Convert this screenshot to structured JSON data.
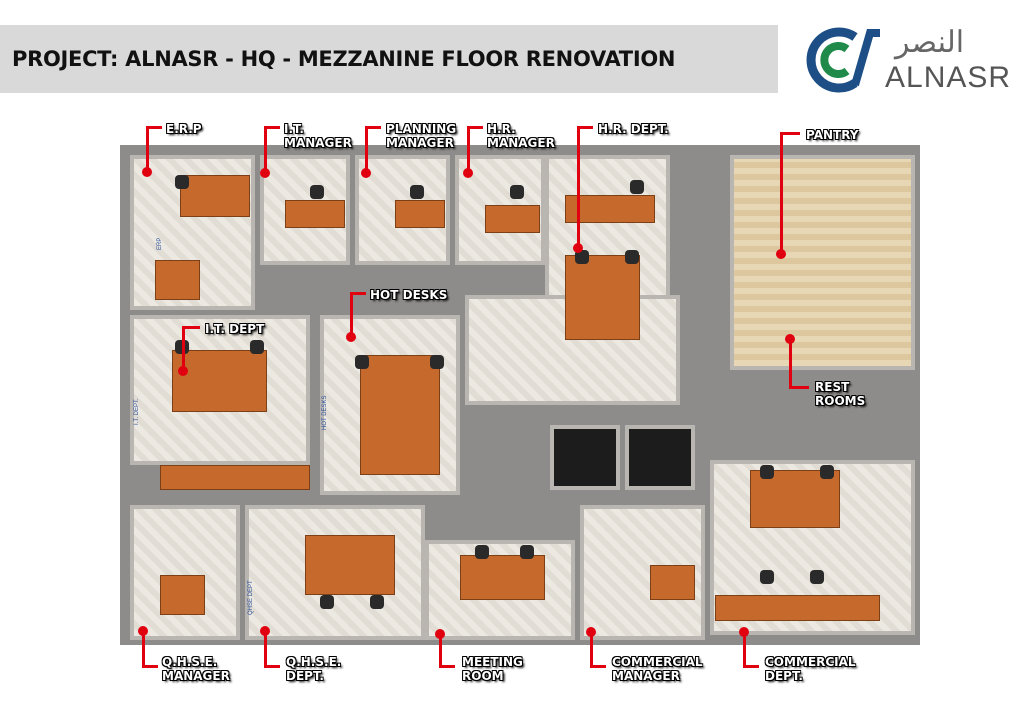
{
  "title": "PROJECT:  ALNASR - HQ - MEZZANINE FLOOR RENOVATION",
  "logo": {
    "arabic": "النصر",
    "english": "ALNASR",
    "colors": {
      "blue": "#1d4f86",
      "green": "#1f8a4a"
    }
  },
  "labels": {
    "erp": "E.R.P",
    "it_manager": [
      "I.T.",
      "MANAGER"
    ],
    "planning_manager": [
      "PLANNING",
      "MANAGER"
    ],
    "hr_manager": [
      "H.R.",
      "MANAGER"
    ],
    "hr_dept": "H.R. DEPT.",
    "pantry": "PANTRY",
    "hot_desks": "HOT DESKS",
    "it_dept": "I.T. DEPT",
    "rest_rooms": [
      "REST",
      "ROOMS"
    ],
    "qhse_manager": [
      "Q.H.S.E.",
      "MANAGER"
    ],
    "qhse_dept": [
      "Q.H.S.E.",
      "DEPT."
    ],
    "meeting_room": [
      "MEETING",
      "ROOM"
    ],
    "commercial_manager": [
      "COMMERCIAL",
      "MANAGER"
    ],
    "commercial_dept": [
      "COMMERCIAL",
      "DEPT."
    ]
  },
  "wall_signs": {
    "erp": "ERP",
    "it_dept": "I.T. DEPT.",
    "hot_desks": "HOT DESKS",
    "qhse_dept": "QHSE DEPT"
  },
  "leader_color": "#e0000f"
}
